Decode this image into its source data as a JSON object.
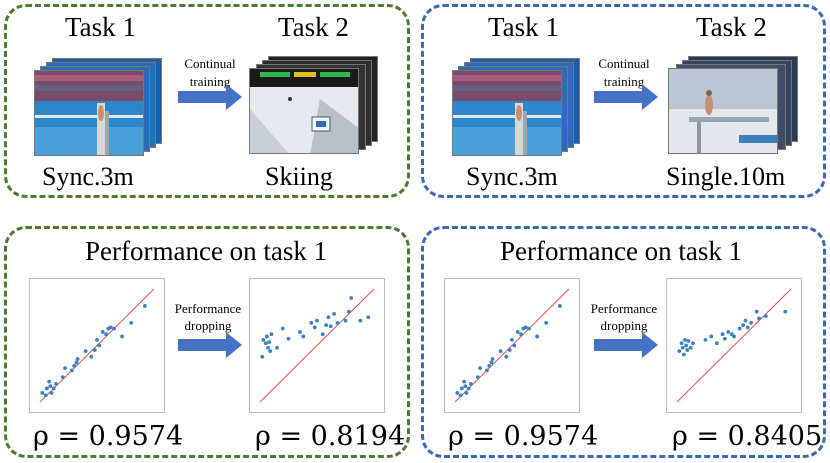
{
  "colors": {
    "green_border": "#4e7a32",
    "blue_border": "#3a6ab5",
    "arrow": "#4472c4",
    "point": "#3b82c4",
    "fit_line": "#e25050"
  },
  "top_left": {
    "task1_title": "Task 1",
    "task2_title": "Task 2",
    "arrow_label_line1": "Continual",
    "arrow_label_line2": "training",
    "task1_caption": "Sync.3m",
    "task2_caption": "Skiing"
  },
  "top_right": {
    "task1_title": "Task 1",
    "task2_title": "Task 2",
    "arrow_label_line1": "Continual",
    "arrow_label_line2": "training",
    "task1_caption": "Sync.3m",
    "task2_caption": "Single.10m"
  },
  "bottom_left": {
    "title": "Performance on task 1",
    "arrow_label_line1": "Performance",
    "arrow_label_line2": "dropping",
    "rho_before": "ρ = 0.9574",
    "rho_after": "ρ = 0.8194"
  },
  "bottom_right": {
    "title": "Performance on task 1",
    "arrow_label_line1": "Performance",
    "arrow_label_line2": "dropping",
    "rho_before": "ρ = 0.9574",
    "rho_after": "ρ = 0.8405"
  },
  "chart_data": [
    {
      "type": "scatter",
      "xlim": [
        0,
        100
      ],
      "ylim": [
        0,
        100
      ],
      "points": [
        [
          2,
          8
        ],
        [
          5,
          6
        ],
        [
          6,
          12
        ],
        [
          8,
          18
        ],
        [
          9,
          14
        ],
        [
          10,
          8
        ],
        [
          12,
          12
        ],
        [
          14,
          16
        ],
        [
          20,
          22
        ],
        [
          22,
          30
        ],
        [
          28,
          28
        ],
        [
          30,
          32
        ],
        [
          32,
          35
        ],
        [
          33,
          38
        ],
        [
          40,
          45
        ],
        [
          45,
          40
        ],
        [
          48,
          46
        ],
        [
          50,
          55
        ],
        [
          52,
          50
        ],
        [
          55,
          62
        ],
        [
          58,
          60
        ],
        [
          60,
          65
        ],
        [
          62,
          66
        ],
        [
          65,
          65
        ],
        [
          72,
          58
        ],
        [
          80,
          70
        ],
        [
          92,
          85
        ]
      ]
    },
    {
      "type": "scatter",
      "xlim": [
        0,
        100
      ],
      "ylim": [
        0,
        100
      ],
      "points": [
        [
          2,
          40
        ],
        [
          3,
          55
        ],
        [
          5,
          52
        ],
        [
          6,
          58
        ],
        [
          7,
          48
        ],
        [
          8,
          53
        ],
        [
          9,
          45
        ],
        [
          10,
          60
        ],
        [
          15,
          48
        ],
        [
          20,
          65
        ],
        [
          25,
          56
        ],
        [
          35,
          62
        ],
        [
          38,
          58
        ],
        [
          45,
          70
        ],
        [
          48,
          66
        ],
        [
          50,
          72
        ],
        [
          55,
          60
        ],
        [
          58,
          68
        ],
        [
          60,
          75
        ],
        [
          62,
          67
        ],
        [
          65,
          78
        ],
        [
          68,
          70
        ],
        [
          75,
          72
        ],
        [
          78,
          80
        ],
        [
          80,
          92
        ],
        [
          88,
          72
        ],
        [
          95,
          75
        ]
      ]
    },
    {
      "type": "scatter",
      "xlim": [
        0,
        100
      ],
      "ylim": [
        0,
        100
      ],
      "points": [
        [
          2,
          8
        ],
        [
          5,
          6
        ],
        [
          6,
          12
        ],
        [
          8,
          18
        ],
        [
          9,
          14
        ],
        [
          10,
          8
        ],
        [
          12,
          12
        ],
        [
          14,
          16
        ],
        [
          20,
          22
        ],
        [
          22,
          30
        ],
        [
          28,
          28
        ],
        [
          30,
          32
        ],
        [
          32,
          35
        ],
        [
          33,
          38
        ],
        [
          40,
          45
        ],
        [
          45,
          40
        ],
        [
          48,
          46
        ],
        [
          50,
          55
        ],
        [
          52,
          50
        ],
        [
          55,
          62
        ],
        [
          58,
          60
        ],
        [
          60,
          65
        ],
        [
          62,
          66
        ],
        [
          65,
          65
        ],
        [
          72,
          58
        ],
        [
          80,
          70
        ],
        [
          92,
          85
        ]
      ]
    },
    {
      "type": "scatter",
      "xlim": [
        0,
        100
      ],
      "ylim": [
        0,
        100
      ],
      "points": [
        [
          2,
          45
        ],
        [
          4,
          52
        ],
        [
          5,
          48
        ],
        [
          6,
          42
        ],
        [
          7,
          55
        ],
        [
          8,
          50
        ],
        [
          9,
          46
        ],
        [
          10,
          54
        ],
        [
          12,
          48
        ],
        [
          14,
          52
        ],
        [
          25,
          55
        ],
        [
          30,
          58
        ],
        [
          35,
          52
        ],
        [
          40,
          60
        ],
        [
          42,
          56
        ],
        [
          45,
          62
        ],
        [
          48,
          60
        ],
        [
          50,
          58
        ],
        [
          55,
          65
        ],
        [
          58,
          68
        ],
        [
          60,
          72
        ],
        [
          62,
          66
        ],
        [
          65,
          70
        ],
        [
          70,
          80
        ],
        [
          72,
          74
        ],
        [
          78,
          76
        ],
        [
          95,
          80
        ]
      ]
    }
  ]
}
